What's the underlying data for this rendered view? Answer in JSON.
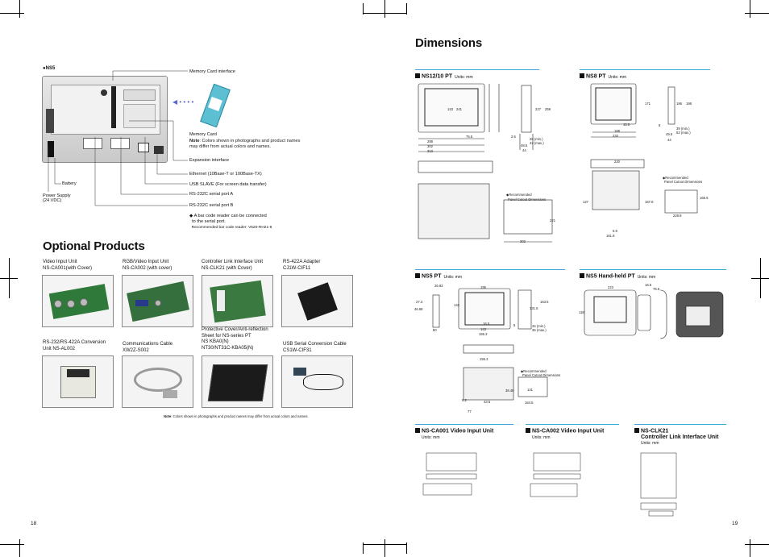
{
  "left": {
    "ns5_label": "NS5",
    "callouts": {
      "memory_card_interface": "Memory Card interface",
      "memory_card": "Memory Card",
      "note_label": "Note",
      "note_text": ": Colors shown in photographs and product names may differ from actual colors and names.",
      "expansion_interface": "Expansion interface",
      "ethernet": "Ethernet (10Base-T or 100Base-TX)",
      "usb_slave": "USB SLAVE (For screen data transfer)",
      "rs232c_a": "RS-232C serial port A",
      "rs232c_b": "RS-232C serial port B",
      "battery": "Battery",
      "power_supply": "Power Supply",
      "power_supply_sub": "(24 VDC)",
      "bar_code_1": "A bar code reader can be connected",
      "bar_code_2": "to the serial port.",
      "bar_code_3": "Recommended bar code reader: V520-RH21-6"
    },
    "optional_title": "Optional Products",
    "products": [
      {
        "line1": "Video Input Unit",
        "line2": "NS-CA001(with Cover)"
      },
      {
        "line1": "RGB/Video Input Unit",
        "line2": "NS-CA002 (with cover)"
      },
      {
        "line1": "Controller Link Interface Unit",
        "line2": "NS-CLK21 (with Cover)"
      },
      {
        "line1": "RS-422A Adapter",
        "line2": "CJ1W-CIF11"
      },
      {
        "line1": "RS-232/RS-422A Conversion",
        "line2": "Unit NS-AL002"
      },
      {
        "line1": "Communications Cable",
        "line2": "XW2Z-S002"
      },
      {
        "line1": "Protective Cover/Anti-reflection",
        "line2": "Sheet for NS-series PT",
        "line3": "NS  KBA0(N)",
        "line4": "NT30/NT31C-KBA05(N)"
      },
      {
        "line1": "USB Serial Conversion Cable",
        "line2": "CS1W-CIF31"
      }
    ],
    "footer_note_label": "Note",
    "footer_note_text": ": Colors shown in photographs and product names may differ from actual colors and names.",
    "page_number": "18"
  },
  "right": {
    "title": "Dimensions",
    "units": "Units: mm",
    "sections": {
      "ns12": "NS12/10 PT",
      "ns8": "NS8 PT",
      "ns5": "NS5 PT",
      "ns5hh": "NS5 Hand-held PT",
      "ca001": "NS-CA001 Video Input Unit",
      "ca002": "NS-CA002 Video Input Unit",
      "clk21_1": "NS-CLK21",
      "clk21_2": "Controller Link Interface Unit"
    },
    "recommended": "Recommended",
    "panel_cutout": "Panel Cutout Dimensions",
    "dims_ns12": [
      "143",
      "241",
      "227",
      "259",
      "75.5",
      "2.5",
      "28 (min.)",
      "42 (max.)",
      "48.5",
      "44",
      "288",
      "302",
      "313",
      "221",
      "302"
    ],
    "dims_ns8": [
      "171",
      "186",
      "198",
      "15.5",
      "6",
      "39 (min.)",
      "52 (max.)",
      "49.5",
      "44",
      "188",
      "232",
      "220",
      "127",
      "167.8",
      "165.5",
      "228.8",
      "161.8",
      "5.9"
    ],
    "dims_ns5": [
      "26.93",
      "195",
      "27.3",
      "46.58",
      "142",
      "163.5",
      "131.5",
      "16.5",
      "5",
      "34 (min.)",
      "36 (max.)",
      "80",
      "143",
      "155.3",
      "9.2",
      "43.5",
      "38.48",
      "131",
      "77",
      "164.5"
    ],
    "dims_ns5hh": [
      "223",
      "16.5",
      "76.5",
      "118"
    ],
    "page_number": "19"
  }
}
